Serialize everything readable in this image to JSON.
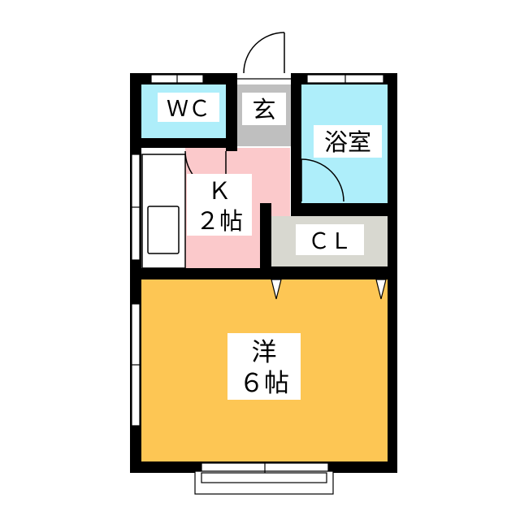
{
  "rooms": {
    "wc": {
      "label": "ＷＣ"
    },
    "entrance": {
      "label": "玄"
    },
    "bath": {
      "label": "浴室"
    },
    "kitchen": {
      "label_line1": "Ｋ",
      "label_line2": "２帖"
    },
    "closet": {
      "label": "ＣＬ"
    },
    "western_room": {
      "label_line1": "洋",
      "label_line2": "６帖"
    }
  },
  "colors": {
    "wall": "#000000",
    "wc_fill": "#aeeefa",
    "bath_fill": "#aeeefa",
    "entrance_fill": "#bfbfbf",
    "kitchen_fill": "#fbc9cb",
    "closet_fill": "#d8d8d0",
    "western_fill": "#fdc654",
    "label_box": "#ffffff"
  }
}
